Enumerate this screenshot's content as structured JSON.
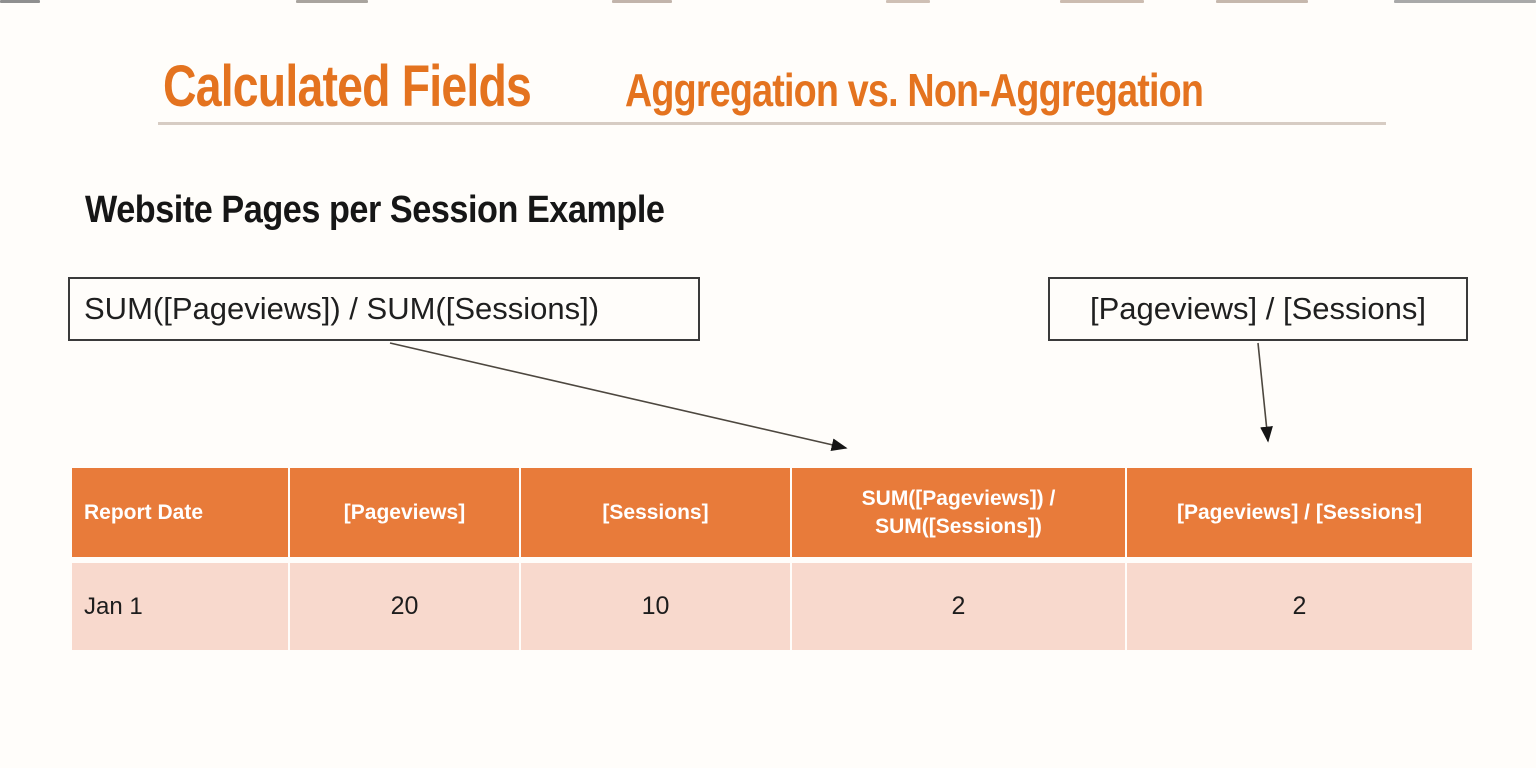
{
  "page": {
    "title": "Calculated Fields",
    "title_suffix": "Aggregation vs. Non-Aggregation",
    "heading": "Website Pages per Session Example"
  },
  "formulas": {
    "aggregated": "SUM([Pageviews]) / SUM([Sessions])",
    "row_level": "[Pageviews] / [Sessions]"
  },
  "table": {
    "columns": [
      "Report Date",
      "[Pageviews]",
      "[Sessions]",
      "SUM([Pageviews]) / SUM([Sessions])",
      "[Pageviews] / [Sessions]"
    ],
    "rows": [
      [
        "Jan 1",
        "20",
        "10",
        "2",
        "2"
      ]
    ]
  },
  "colors": {
    "title-orange": "#E4731F",
    "table-header-orange": "#E87B3A",
    "row-pink": "#F8D9CD",
    "divider-tan": "#D7CCC3",
    "text-dark": "#1E1E1E"
  }
}
